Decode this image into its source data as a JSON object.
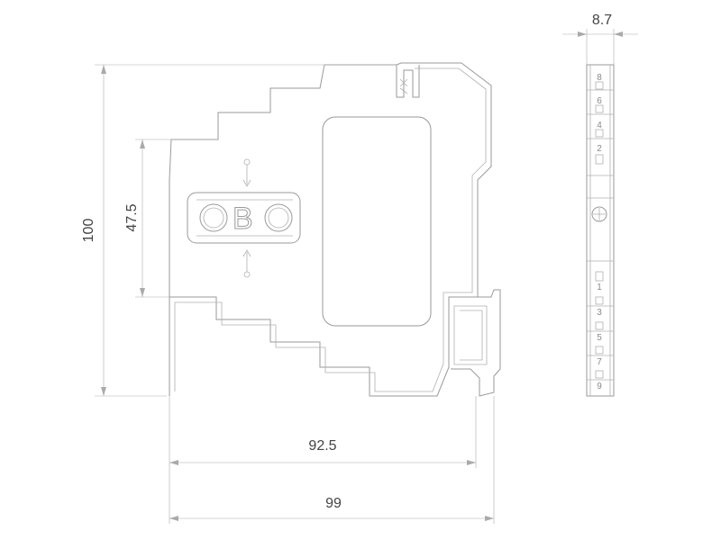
{
  "dimensions": {
    "height_total": "100",
    "height_front": "47.5",
    "depth_body": "92.5",
    "depth_total": "99",
    "width_module": "8.7"
  },
  "logo": {
    "letters": [
      "O",
      "B",
      "O"
    ],
    "brand": "OBO"
  },
  "terminals": {
    "top": [
      "8",
      "6",
      "4",
      "2"
    ],
    "bottom": [
      "1",
      "3",
      "5",
      "7",
      "9"
    ]
  },
  "colors": {
    "outline": "#9a9a9a",
    "dimension_line": "#aaaaaa",
    "text": "#444444"
  }
}
